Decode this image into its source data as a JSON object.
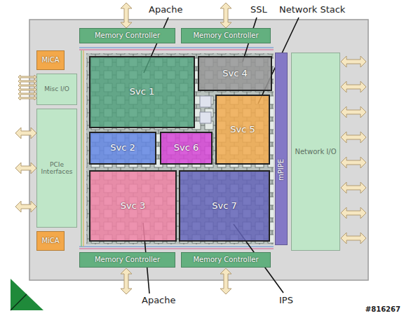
{
  "diagram": {
    "nodes": [
      {
        "text": [
          "Memory Controller"
        ]
      },
      {
        "text": [
          "Memory Controller"
        ]
      },
      {
        "text": [
          "MiCA"
        ]
      },
      {
        "text": [
          "Misc I/O"
        ]
      },
      {
        "text": [
          "Svc 1"
        ]
      },
      {
        "text": [
          "Svc 4"
        ]
      },
      {
        "text": [
          "Svc 5"
        ]
      },
      {
        "text": [
          "mPIPE"
        ]
      },
      {
        "text": [
          "Network I/O"
        ]
      },
      {
        "text": [
          "PCIe Interfaces"
        ]
      },
      {
        "text": [
          "Svc 2"
        ]
      },
      {
        "text": [
          "Svc 6"
        ]
      },
      {
        "text": [
          "Svc 3"
        ]
      },
      {
        "text": [
          "Svc 7"
        ]
      },
      {
        "text": [
          "MiCA"
        ]
      },
      {
        "text": [
          "Memory Controller"
        ]
      },
      {
        "text": [
          "Memory Controller"
        ]
      }
    ],
    "labels": [
      "Apache",
      "SSL",
      "Network Stack",
      "Apache",
      "IPS",
      "#816267"
    ]
  }
}
